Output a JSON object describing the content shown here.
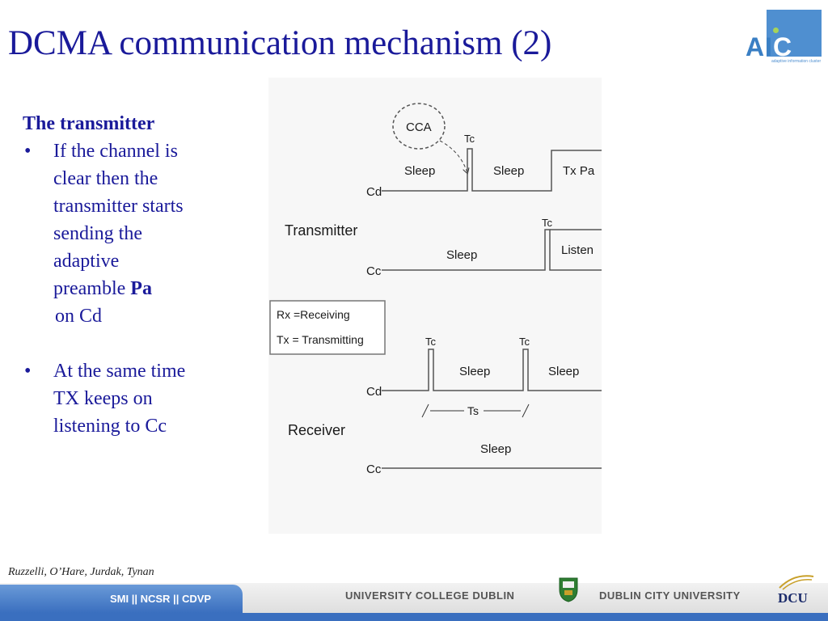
{
  "slide": {
    "title": "DCMA communication mechanism (2)",
    "logo": {
      "text_a": "AI",
      "text_c": "C",
      "tagline": "adaptive information cluster"
    },
    "heading": "The transmitter",
    "bullet1_lines": [
      "If the channel is",
      "clear then the",
      "transmitter starts",
      "sending the",
      "adaptive"
    ],
    "bullet1_last_prefix": "preamble ",
    "bullet1_bold": "Pa",
    "bullet1_cont": "on Cd",
    "bullet2_lines": [
      "At the same time",
      "TX keeps on",
      "listening to Cc"
    ],
    "bullet_symbol": "•",
    "author": "Ruzzelli, O’Hare, Jurdak, Tynan"
  },
  "diagram": {
    "cca": "CCA",
    "tc": "Tc",
    "sleep": "Sleep",
    "tx_pa": "Tx Pa",
    "listen": "Listen",
    "transmitter": "Transmitter",
    "receiver": "Receiver",
    "cd": "Cd",
    "cc": "Cc",
    "legend_rx": "Rx =Receiving",
    "legend_tx": "Tx = Transmitting",
    "ts": "Ts"
  },
  "footer": {
    "tab": "SMI  ||  NCSR  ||  CDVP",
    "ucd": "UNIVERSITY COLLEGE DUBLIN",
    "dcu": "DUBLIN CITY UNIVERSITY",
    "dcu_logo": "DCU"
  },
  "colors": {
    "title": "#1a1a9a",
    "accent": "#3a6fbf"
  }
}
